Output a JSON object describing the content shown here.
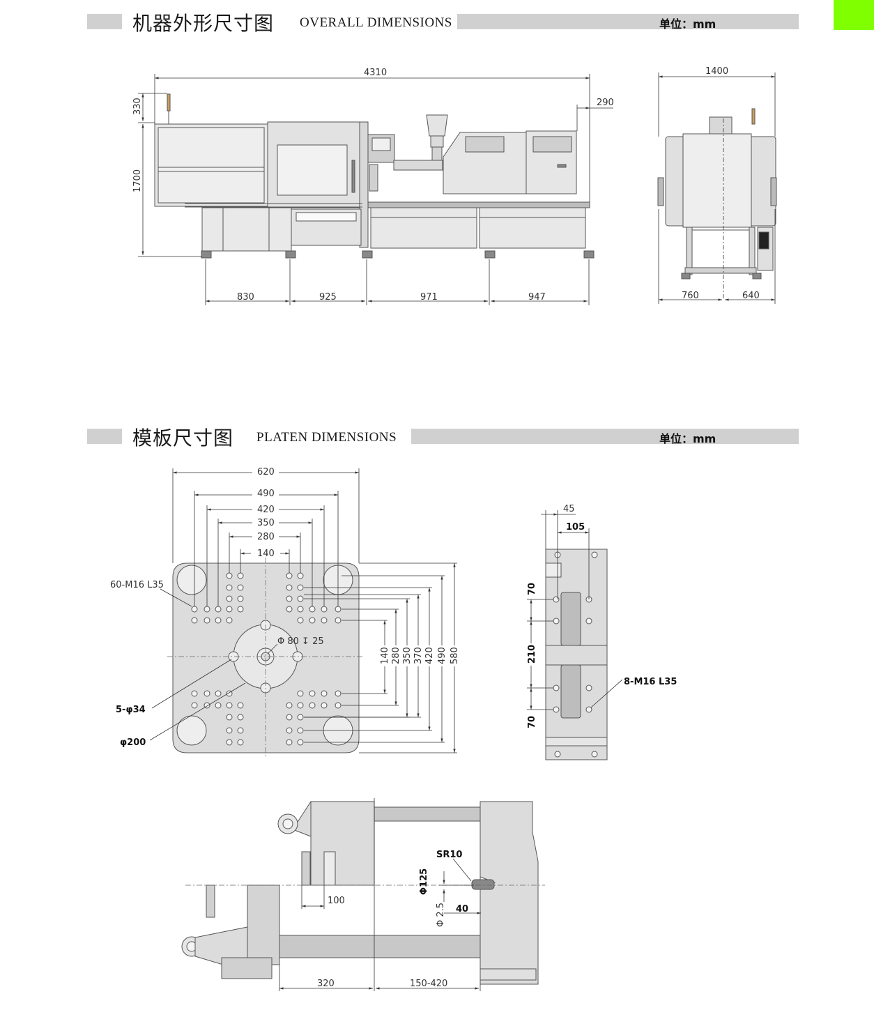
{
  "section1": {
    "title_cn": "机器外形尺寸图",
    "title_en": "OVERALL DIMENSIONS",
    "unit": "单位：mm",
    "dims": {
      "total_length": "4310",
      "top_extra": "290",
      "light_height": "330",
      "body_height": "1700",
      "seg1": "830",
      "seg2": "925",
      "seg3": "971",
      "seg4": "947",
      "side_width": "1400",
      "side_left": "760",
      "side_right": "640"
    }
  },
  "section2": {
    "title_cn": "模板尺寸图",
    "title_en": "PLATEN DIMENSIONS",
    "unit": "单位：mm",
    "dims": {
      "h620": "620",
      "h490": "490",
      "h420": "420",
      "h350": "350",
      "h280": "280",
      "h140": "140",
      "v140": "140",
      "v280": "280",
      "v350": "350",
      "v370": "370",
      "v420": "420",
      "v490": "490",
      "v580": "580",
      "thread": "60-M16 L35",
      "center": "Φ 80 ↧ 25",
      "holes": "5-φ34",
      "locating": "φ200",
      "side_45": "45",
      "side_105": "105",
      "side_70a": "70",
      "side_210": "210",
      "side_70b": "70",
      "side_thread": "8-M16 L35"
    },
    "nozzle": {
      "sr": "SR10",
      "d125": "Φ125",
      "d25": "Φ 2.5",
      "d40": "40",
      "d100": "100",
      "d320": "320",
      "d150": "150-420"
    }
  }
}
